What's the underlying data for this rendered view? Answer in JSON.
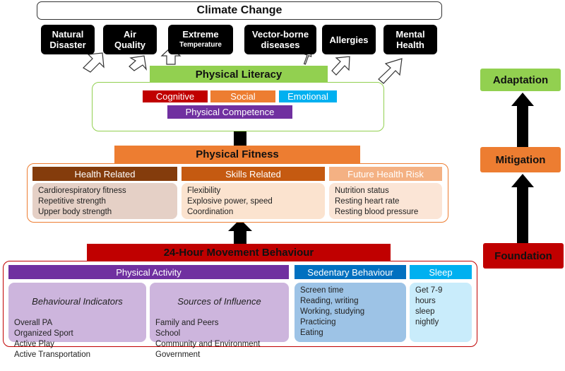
{
  "climate": {
    "title": "Climate Change"
  },
  "impacts": {
    "natural_disaster": "Natural\nDisaster",
    "air_quality": "Air\nQuality",
    "extreme_temperature_title": "Extreme",
    "extreme_temperature_sub": "Temperature",
    "vector_borne": "Vector-borne\ndiseases",
    "allergies": "Allergies",
    "mental_health": "Mental\nHealth"
  },
  "physical_literacy": {
    "title": "Physical Literacy",
    "cognitive": "Cognitive",
    "social": "Social",
    "emotional": "Emotional",
    "competence": "Physical Competence"
  },
  "physical_fitness": {
    "title": "Physical Fitness",
    "health_related": {
      "header": "Health Related",
      "items": "Cardiorespiratory fitness\nRepetitive strength\nUpper body strength"
    },
    "skills_related": {
      "header": "Skills Related",
      "items": "Flexibility\nExplosive power, speed\nCoordination"
    },
    "future_health_risk": {
      "header": "Future Health Risk",
      "items": "Nutrition status\nResting heart rate\nResting blood pressure"
    }
  },
  "movement": {
    "title": "24-Hour Movement Behaviour",
    "physical_activity": {
      "header": "Physical Activity",
      "indicators_title": "Behavioural Indicators",
      "indicators_items": "Overall PA\nOrganized Sport\nActive Play\nActive Transportation",
      "influence_title": "Sources of Influence",
      "influence_items": "Family and Peers\nSchool\nCommunity and Environment\nGovernment"
    },
    "sedentary": {
      "header": "Sedentary Behaviour",
      "items": "Screen time\nReading, writing\nWorking, studying\nPracticing\nEating"
    },
    "sleep": {
      "header": "Sleep",
      "items": "Get 7-9\nhours\nsleep\nnightly"
    }
  },
  "side": {
    "adaptation": "Adaptation",
    "mitigation": "Mitigation",
    "foundation": "Foundation"
  },
  "colors": {
    "green": "#92d050",
    "orange": "#ed7d31",
    "red": "#c00000",
    "purple": "#7030a0",
    "blue": "#0070c0",
    "light_blue": "#00b0f0",
    "brown": "#843c0c"
  }
}
